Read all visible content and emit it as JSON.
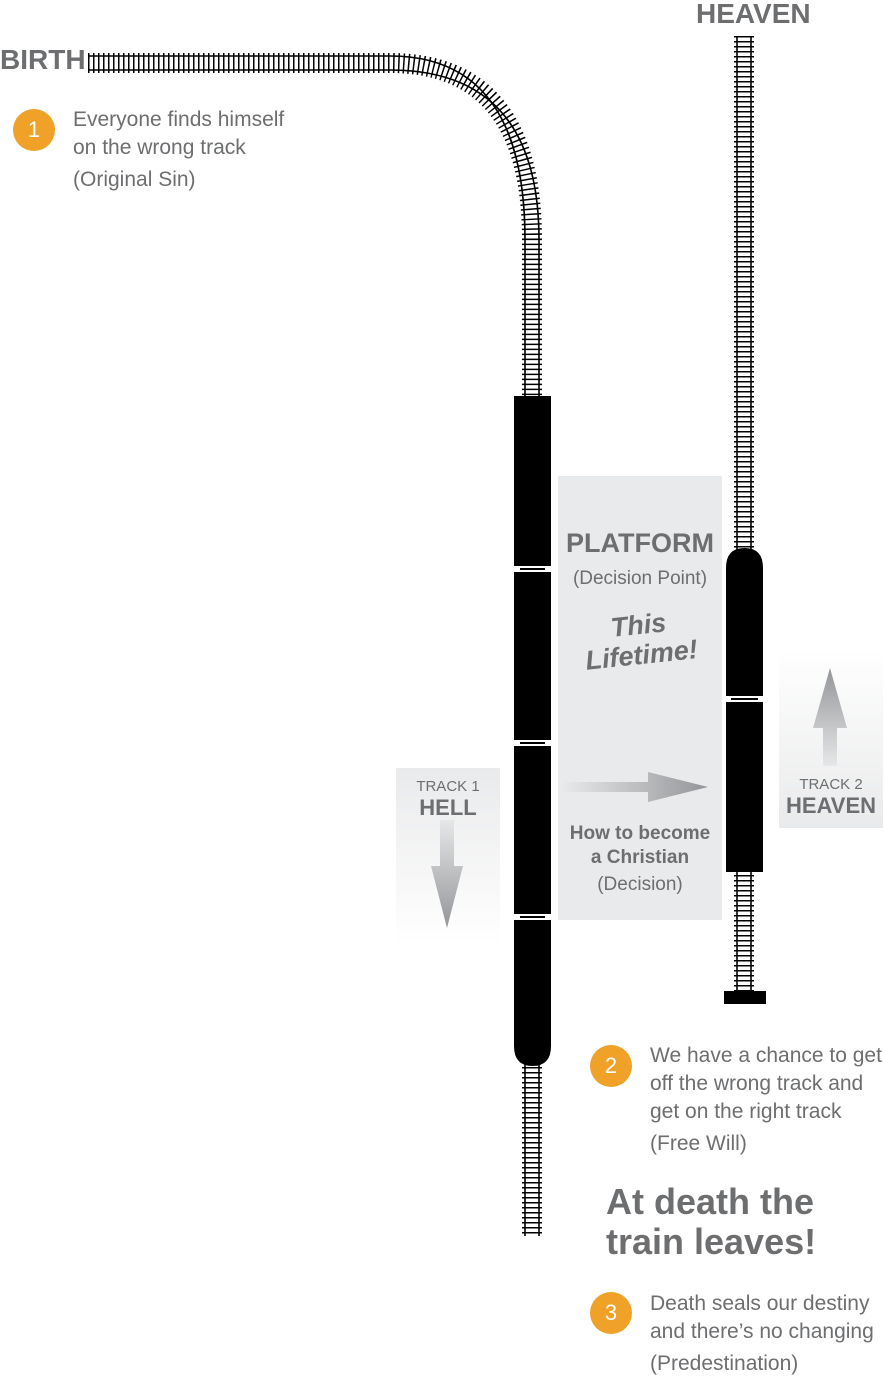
{
  "labels": {
    "birth": "BIRTH",
    "heaven_top": "HEAVEN"
  },
  "steps": [
    {
      "number": "1",
      "lines": [
        "Everyone finds himself",
        "on the wrong track"
      ],
      "note": "(Original Sin)"
    },
    {
      "number": "2",
      "lines": [
        "We have a chance to get",
        "off the wrong track and",
        "get on the right track"
      ],
      "note": "(Free Will)"
    },
    {
      "number": "3",
      "lines": [
        "Death seals our destiny",
        "and there’s no changing"
      ],
      "note": "(Predestination)"
    }
  ],
  "platform": {
    "title": "PLATFORM",
    "subtitle": "(Decision Point)",
    "lifetime_lines": [
      "This",
      "Lifetime!"
    ],
    "how_lines": [
      "How to become",
      "a Christian"
    ],
    "decision": "(Decision)"
  },
  "track1": {
    "small": "TRACK 1",
    "strong": "HELL"
  },
  "track2": {
    "small": "TRACK 2",
    "strong": "HEAVEN"
  },
  "death_message": [
    "At death the",
    "train leaves!"
  ],
  "colors": {
    "accent": "#f0a128",
    "text": "#6d6e70",
    "platform": "#e9eaeb",
    "train": "#000000",
    "arrow": "#a7a9ac"
  }
}
